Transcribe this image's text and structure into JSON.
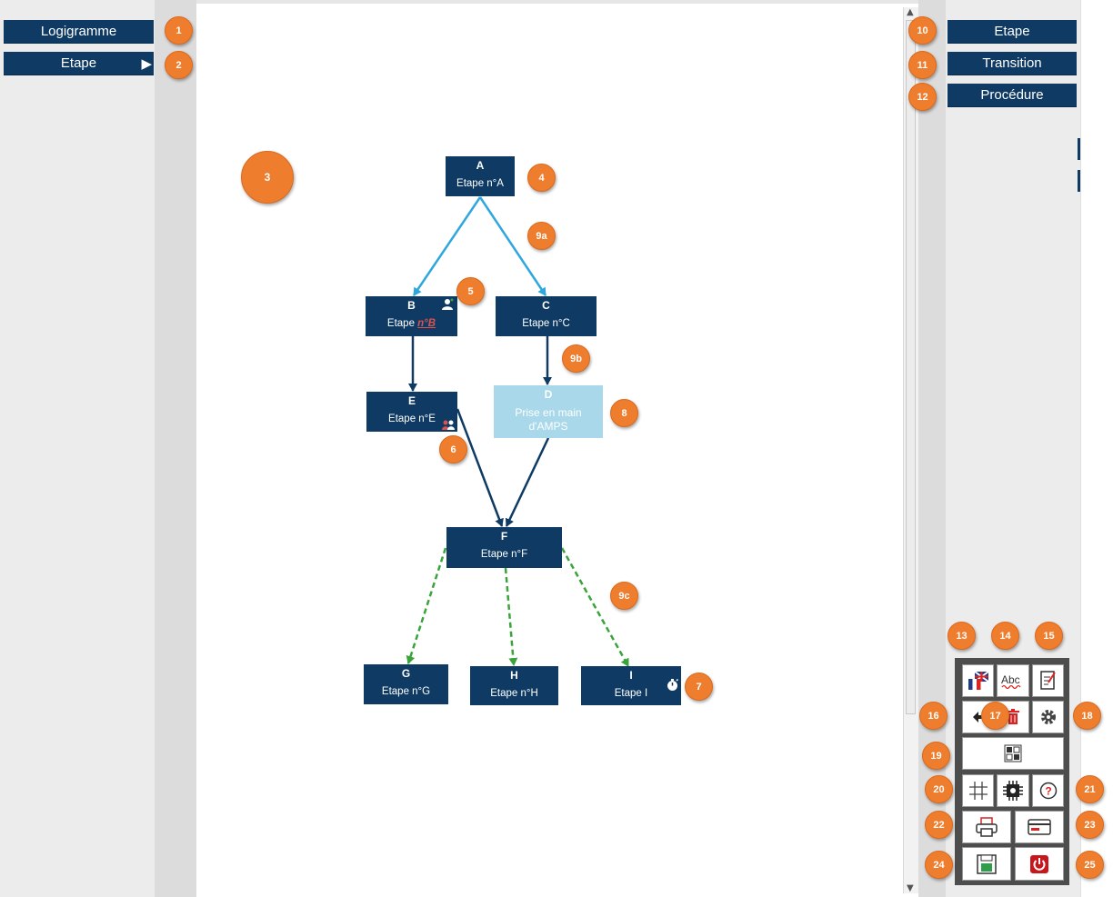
{
  "left_nav": {
    "logigramme_label": "Logigramme",
    "etape_label": "Etape"
  },
  "right_nav": {
    "etape_label": "Etape",
    "transition_label": "Transition",
    "procedure_label": "Procédure"
  },
  "badges": {
    "b1": "1",
    "b2": "2",
    "b3": "3",
    "b4": "4",
    "b5": "5",
    "b6": "6",
    "b7": "7",
    "b8": "8",
    "b9a": "9a",
    "b9b": "9b",
    "b9c": "9c",
    "b10": "10",
    "b11": "11",
    "b12": "12",
    "b13": "13",
    "b14": "14",
    "b15": "15",
    "b16": "16",
    "b17": "17",
    "b18": "18",
    "b19": "19",
    "b20": "20",
    "b21": "21",
    "b22": "22",
    "b23": "23",
    "b24": "24",
    "b25": "25"
  },
  "nodes": {
    "A": {
      "title": "A",
      "sub": "Etape n°A"
    },
    "B": {
      "title": "B",
      "sub_prefix": "Etape ",
      "sub_link": "n°B"
    },
    "C": {
      "title": "C",
      "sub": "Etape n°C"
    },
    "E": {
      "title": "E",
      "sub": "Etape n°E"
    },
    "D": {
      "title": "D",
      "line1": "Prise en main",
      "line2": "d'AMPS"
    },
    "F": {
      "title": "F",
      "sub": "Etape n°F"
    },
    "G": {
      "title": "G",
      "sub": "Etape n°G"
    },
    "H": {
      "title": "H",
      "sub": "Etape n°H"
    },
    "I": {
      "title": "I",
      "sub": "Etape I"
    }
  },
  "toolbox_icons": [
    "language-flag-icon",
    "spellcheck-icon",
    "edit-document-icon",
    "undo-icon",
    "delete-icon",
    "settings-gear-icon",
    "qr-grid-icon",
    "grid-icon",
    "chip-gear-icon",
    "help-icon",
    "print-icon",
    "card-icon",
    "save-icon",
    "power-icon"
  ],
  "colors": {
    "navy": "#0e3a63",
    "orange_badge": "#ef7d2e",
    "light_blue_node": "#a8d8ea",
    "link_blue": "#2fa7de",
    "dashed_green": "#3aa33a",
    "link_red": "#d9534f"
  }
}
